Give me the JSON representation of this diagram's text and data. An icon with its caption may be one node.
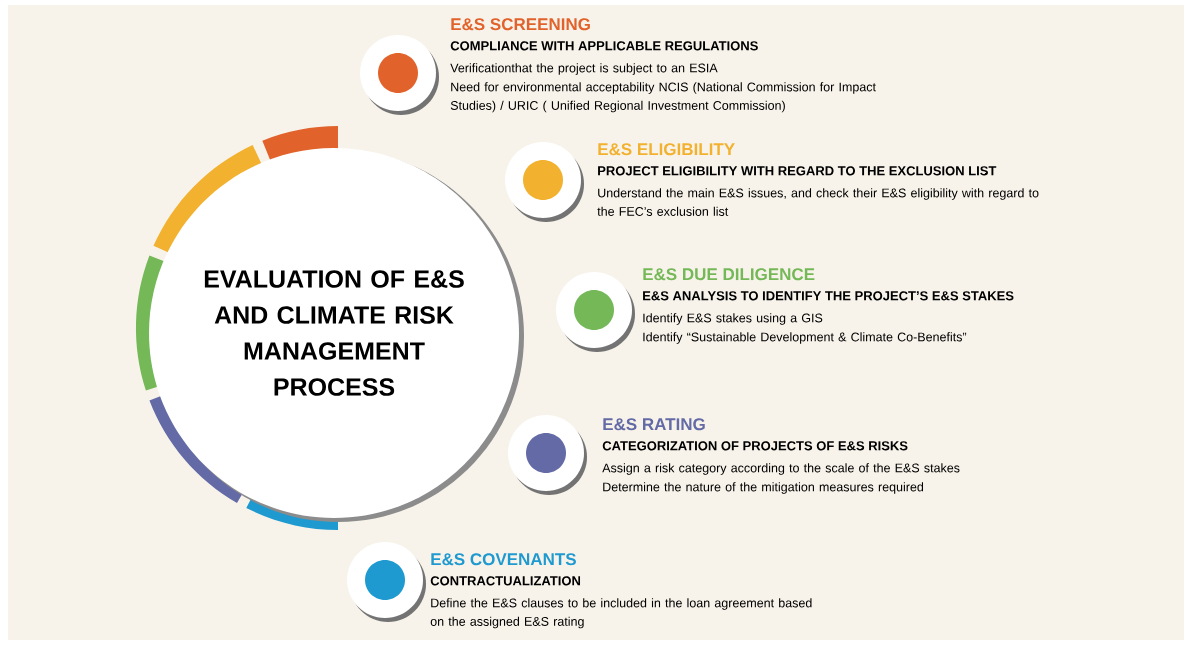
{
  "diagram": {
    "nodes": [
      {
        "text": [
          "EVALUATION OF E&S AND CLIMATE RISK MANAGEMENT PROCESS"
        ]
      },
      {
        "text": [
          "E&S SCREENING",
          "COMPLIANCE WITH APPLICABLE REGULATIONS",
          "Verificationthat the project is subject to an ESIA",
          "Need for environmental acceptability NCIS (National Commission for Impact Studies) / URIC ( Unified Regional Investment Commission)"
        ]
      },
      {
        "text": [
          "E&S ELIGIBILITY",
          "PROJECT ELIGIBILITY WITH REGARD TO THE EXCLUSION LIST",
          "Understand the main E&S issues, and check their E&S eligibility with regard to the FEC’s exclusion list"
        ]
      },
      {
        "text": [
          "E&S DUE DILIGENCE",
          "E&S ANALYSIS TO IDENTIFY THE PROJECT’S E&S STAKES",
          "Identify E&S stakes using a GIS",
          "Identify “Sustainable Development & Climate Co-Benefits”"
        ]
      },
      {
        "text": [
          "E&S RATING",
          "CATEGORIZATION OF PROJECTS OF E&S RISKS",
          "Assign a risk category according to the scale of the E&S stakes",
          "Determine the nature of the mitigation measures required"
        ]
      },
      {
        "text": [
          "E&S COVENANTS",
          "CONTRACTUALIZATION",
          "Define the E&S clauses to be included in the loan agreement based on the assigned E&S rating"
        ]
      }
    ]
  }
}
